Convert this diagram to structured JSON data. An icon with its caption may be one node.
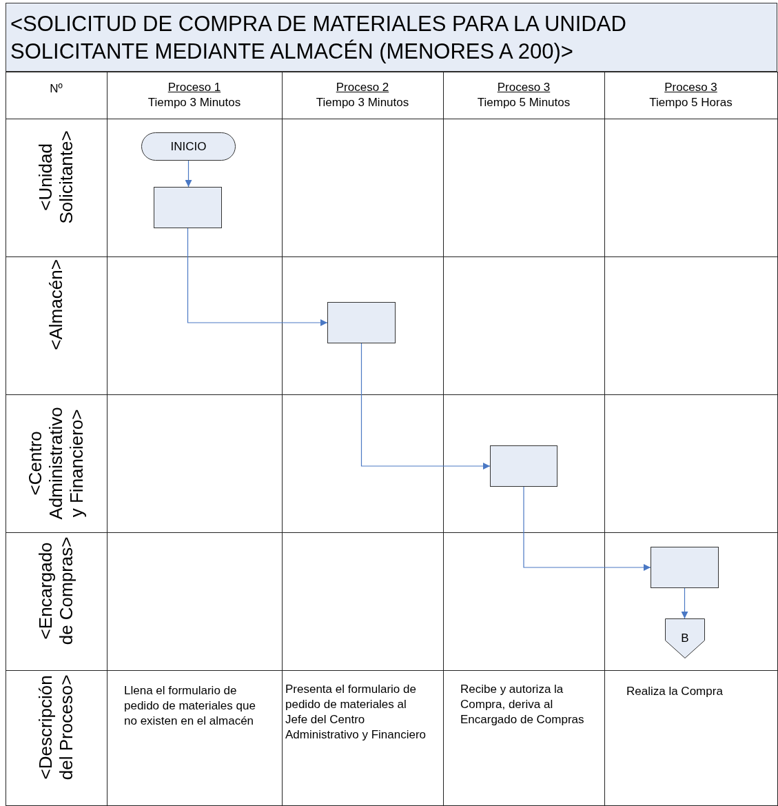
{
  "diagram": {
    "title": "<SOLICITUD DE COMPRA DE MATERIALES PARA LA UNIDAD SOLICITANTE MEDIANTE ALMACÉN (MENORES A 200)>",
    "nodes": [
      {
        "text": [
          "INICIO"
        ]
      },
      {
        "text": [],
        "shape": "box"
      },
      {
        "text": [],
        "shape": "box"
      },
      {
        "text": [],
        "shape": "box"
      },
      {
        "text": [],
        "shape": "box"
      },
      {
        "text": [
          "B"
        ]
      }
    ],
    "edges": [
      {
        "from": 0,
        "to": 1,
        "arrow": "to"
      },
      {
        "from": 1,
        "to": 2,
        "arrow": "to"
      },
      {
        "from": 2,
        "to": 3,
        "arrow": "to"
      },
      {
        "from": 3,
        "to": 4,
        "arrow": "to"
      },
      {
        "from": 4,
        "to": 5,
        "arrow": "to"
      }
    ],
    "labels": [
      "Nº",
      "Proceso 1",
      "Tiempo 3 Minutos",
      "Proceso 2",
      "Tiempo 3 Minutos",
      "Proceso 3",
      "Tiempo 5 Minutos",
      "Proceso 3",
      "Tiempo 5 Horas",
      "<Unidad Solicitante>",
      "<Almacén>",
      "<Centro Administrativo y Financiero>",
      "<Encargado de Compras>",
      "<Descripción del Proceso>",
      "Llena el formulario de pedido de materiales que no existen en el almacén",
      "Presenta el formulario de pedido de materiales al Jefe del Centro Administrativo y Financiero",
      "Recibe y autoriza la Compra, deriva al Encargado de Compras",
      "Realiza la Compra"
    ]
  }
}
